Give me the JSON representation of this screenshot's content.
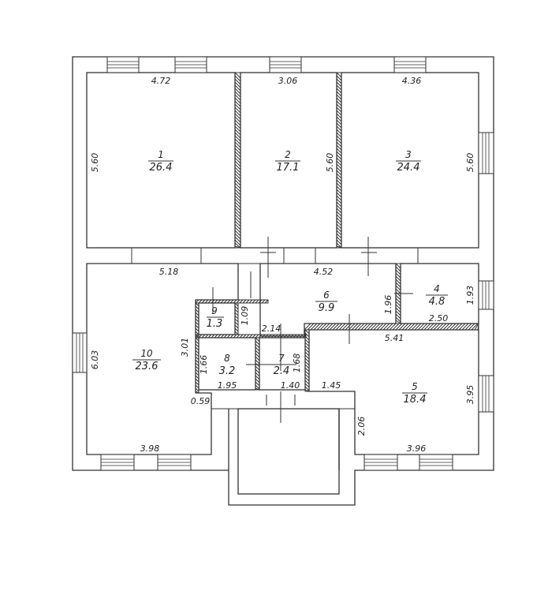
{
  "rooms": [
    {
      "number": "1",
      "area": "26.4"
    },
    {
      "number": "2",
      "area": "17.1"
    },
    {
      "number": "3",
      "area": "24.4"
    },
    {
      "number": "4",
      "area": "4.8"
    },
    {
      "number": "5",
      "area": "18.4"
    },
    {
      "number": "6",
      "area": "9.9"
    },
    {
      "number": "7",
      "area": "2.4"
    },
    {
      "number": "8",
      "area": "3.2"
    },
    {
      "number": "9",
      "area": "1.3"
    },
    {
      "number": "10",
      "area": "23.6"
    }
  ],
  "dims": {
    "r1_width": "4.72",
    "r1_height": "5.60",
    "r2_width": "3.06",
    "r2_height": "5.60",
    "r3_width": "4.36",
    "r3_height": "5.60",
    "r10_top": "5.18",
    "r10_left": "6.03",
    "r10_bottom": "3.98",
    "r6_top": "4.52",
    "r9_right": "1.09",
    "r4_left": "1.96",
    "r4_right": "1.93",
    "r4_bottom": "2.50",
    "r6_bottom": "2.14",
    "r5_top": "5.41",
    "r5_right": "3.95",
    "r5_left": "2.06",
    "r5_bottom": "3.96",
    "r5_notch": "1.45",
    "r7_bottom": "1.40",
    "r7_right": "1.68",
    "r8_left": "1.66",
    "r8_bottom": "1.95",
    "r9_left": "3.01",
    "corner": "0.59"
  }
}
